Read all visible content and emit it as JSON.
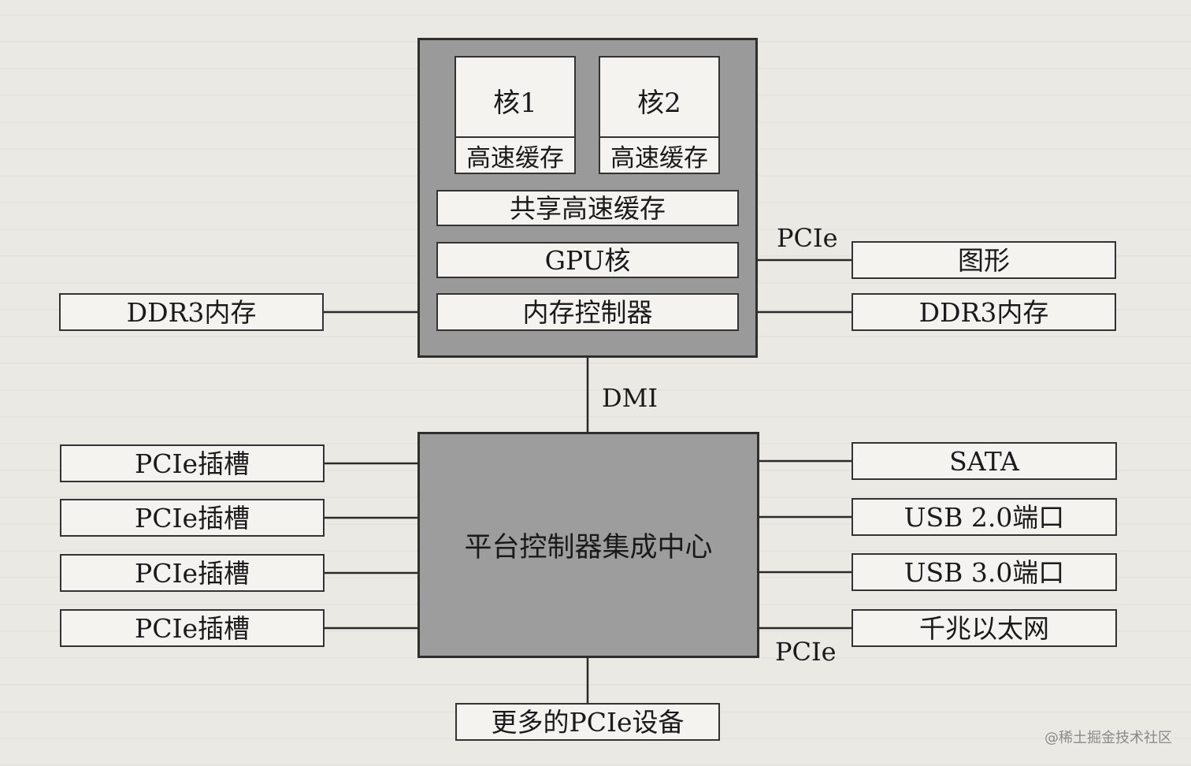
{
  "cpu": {
    "core1": {
      "label": "核1",
      "cache": "高速缓存"
    },
    "core2": {
      "label": "核2",
      "cache": "高速缓存"
    },
    "shared_cache": "共享高速缓存",
    "gpu": "GPU核",
    "memory_controller": "内存控制器"
  },
  "left_memory": "DDR3内存",
  "right_graphics": "图形",
  "right_memory": "DDR3内存",
  "link_labels": {
    "pcie_top": "PCIe",
    "dmi": "DMI",
    "pcie_bottom": "PCIe"
  },
  "hub": {
    "label": "平台控制器集成中心"
  },
  "left_slots": [
    "PCIe插槽",
    "PCIe插槽",
    "PCIe插槽",
    "PCIe插槽"
  ],
  "right_devices": [
    "SATA",
    "USB 2.0端口",
    "USB 3.0端口",
    "千兆以太网"
  ],
  "bottom_device": "更多的PCIe设备",
  "watermark": "@稀土掘金技术社区"
}
